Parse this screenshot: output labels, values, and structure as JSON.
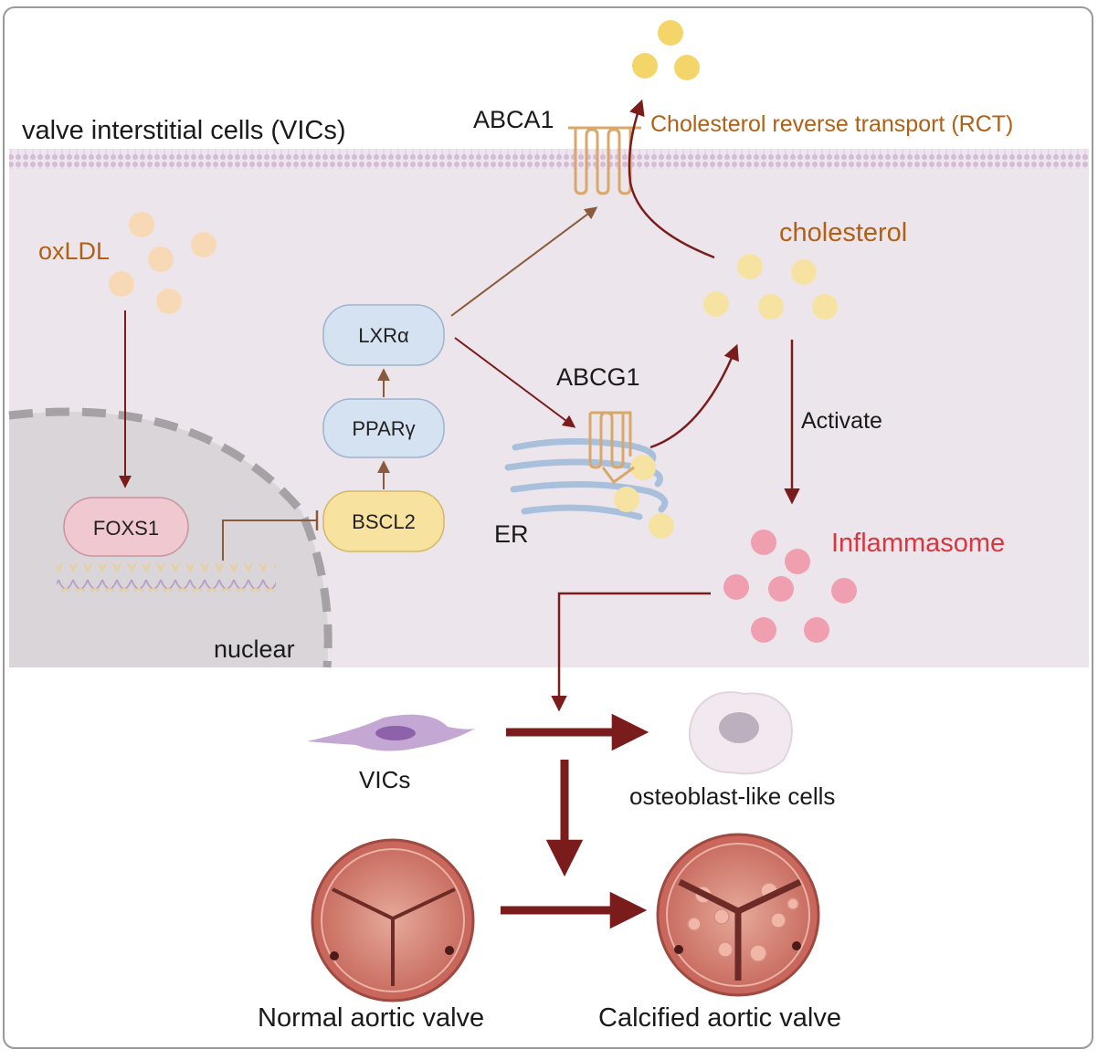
{
  "labels": {
    "cell_title": "valve interstitial cells (VICs)",
    "oxldl": "oxLDL",
    "foxs1": "FOXS1",
    "nuclear": "nuclear",
    "lxra": "LXRα",
    "ppary": "PPARγ",
    "bscl2": "BSCL2",
    "abca1": "ABCA1",
    "abcg1": "ABCG1",
    "er": "ER",
    "rct": "Cholesterol reverse transport (RCT)",
    "cholesterol": "cholesterol",
    "activate": "Activate",
    "inflammasome": "Inflammasome",
    "vics": "VICs",
    "osteoblast": "osteoblast-like cells",
    "normal_valve": "Normal aortic valve",
    "calcified_valve": "Calcified aortic valve"
  },
  "colors": {
    "cell_fill": "#ece6ec",
    "membrane": "#d8c5da",
    "dark_red_arrow": "#7a1c1c",
    "brown_arrow": "#8a5a3c",
    "node_blue": "#d5e2f2",
    "node_yellow": "#f8e2a0",
    "node_pink": "#f0c8cf",
    "cholesterol_dot": "#f6e3a2",
    "oxldl_dot": "#f8d9b6",
    "inflammasome_dot": "#ef9fb0",
    "orange_text": "#b26014",
    "red_text": "#d9363e"
  }
}
